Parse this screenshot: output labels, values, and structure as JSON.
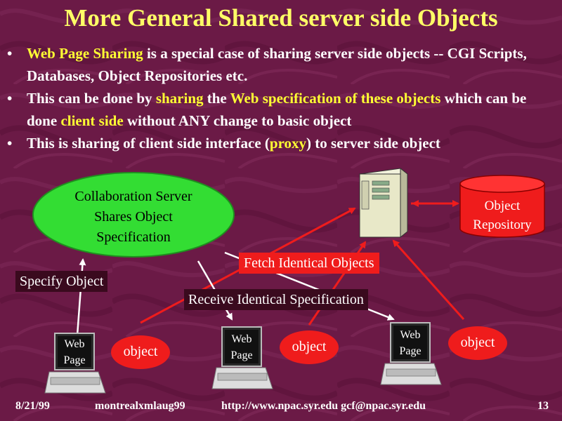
{
  "slide": {
    "title": "More General Shared server side Objects",
    "bullets": [
      {
        "seg1": "Web Page Sharing",
        "seg2": " is a special case of sharing server side objects -- CGI Scripts, Databases, Object Repositories etc."
      },
      {
        "seg1": "This can be done by ",
        "seg2": "sharing",
        "seg3": " the ",
        "seg4": "Web specification of these objects",
        "seg5": " which can be done ",
        "seg6": "client side",
        "seg7": " without ANY change to basic object"
      },
      {
        "seg1": "This is sharing of client side interface (",
        "seg2": "proxy",
        "seg3": ") to server side object"
      }
    ]
  },
  "diagram": {
    "collab_server_lines": [
      "Collaboration Server",
      "Shares Object",
      "Specification"
    ],
    "repository_lines": [
      "Object",
      "Repository"
    ],
    "fetch_label": "Fetch Identical Objects",
    "specify_label": "Specify Object",
    "receive_label": "Receive Identical Specification",
    "web_page_lines": [
      "Web",
      "Page"
    ],
    "object_label": "object"
  },
  "footer": {
    "date": "8/21/99",
    "filename": "montrealxmlaug99",
    "url": "http://www.npac.syr.edu gcf@npac.syr.edu",
    "page": "13"
  },
  "colors": {
    "background": "#6b1a46",
    "title": "#ffff66",
    "highlight_yellow": "#ffff33",
    "highlight_red": "#ff4040",
    "oval_green": "#33dd33",
    "red": "#ef1c1c"
  }
}
